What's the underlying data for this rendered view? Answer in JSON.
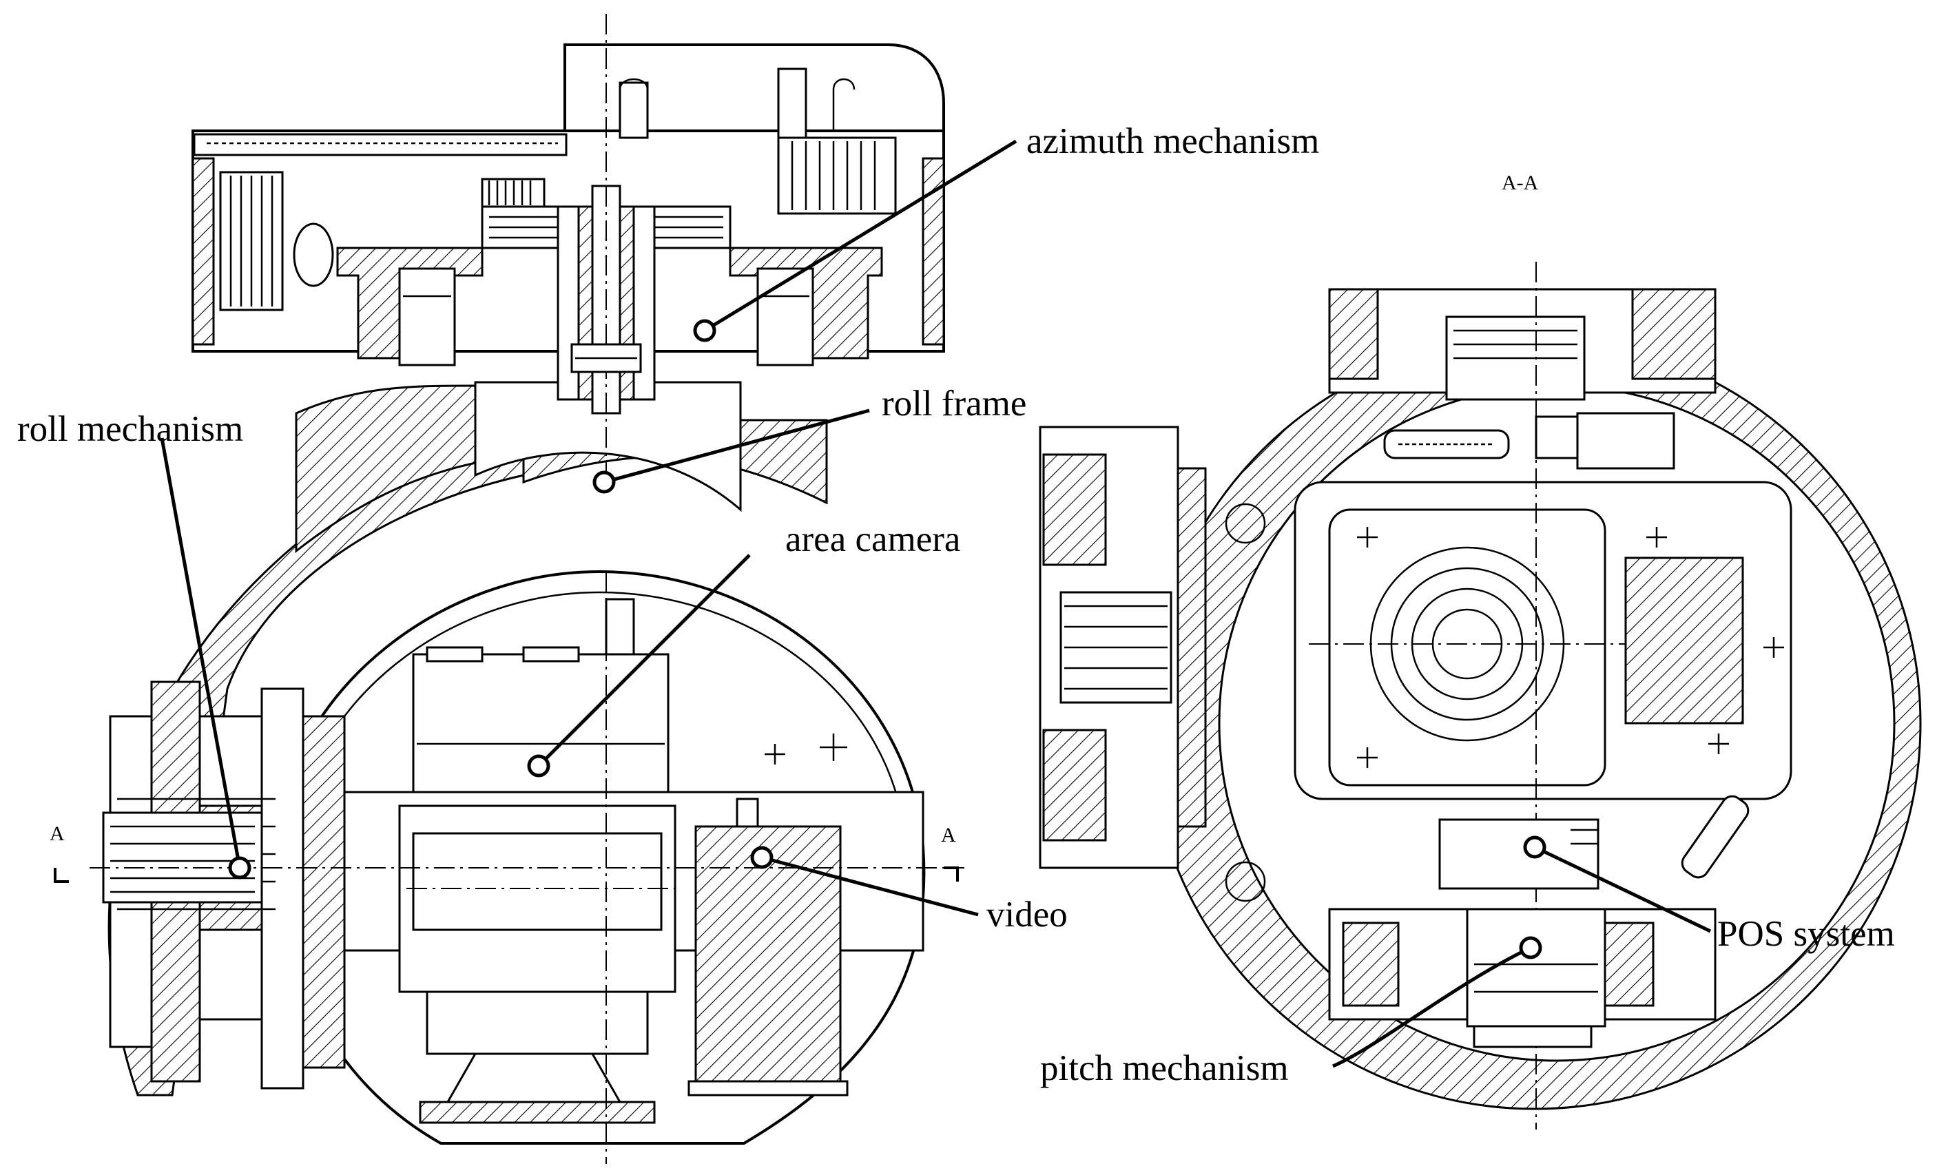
{
  "figure": {
    "section_mark": "A-A",
    "section_letter_left": "A",
    "section_letter_right": "A"
  },
  "labels": {
    "azimuth": "azimuth mechanism",
    "roll_frame": "roll frame",
    "roll_mechanism": "roll mechanism",
    "area_camera": "area camera",
    "video": "video",
    "pos_system": "POS system",
    "pitch_mechanism": "pitch mechanism"
  }
}
